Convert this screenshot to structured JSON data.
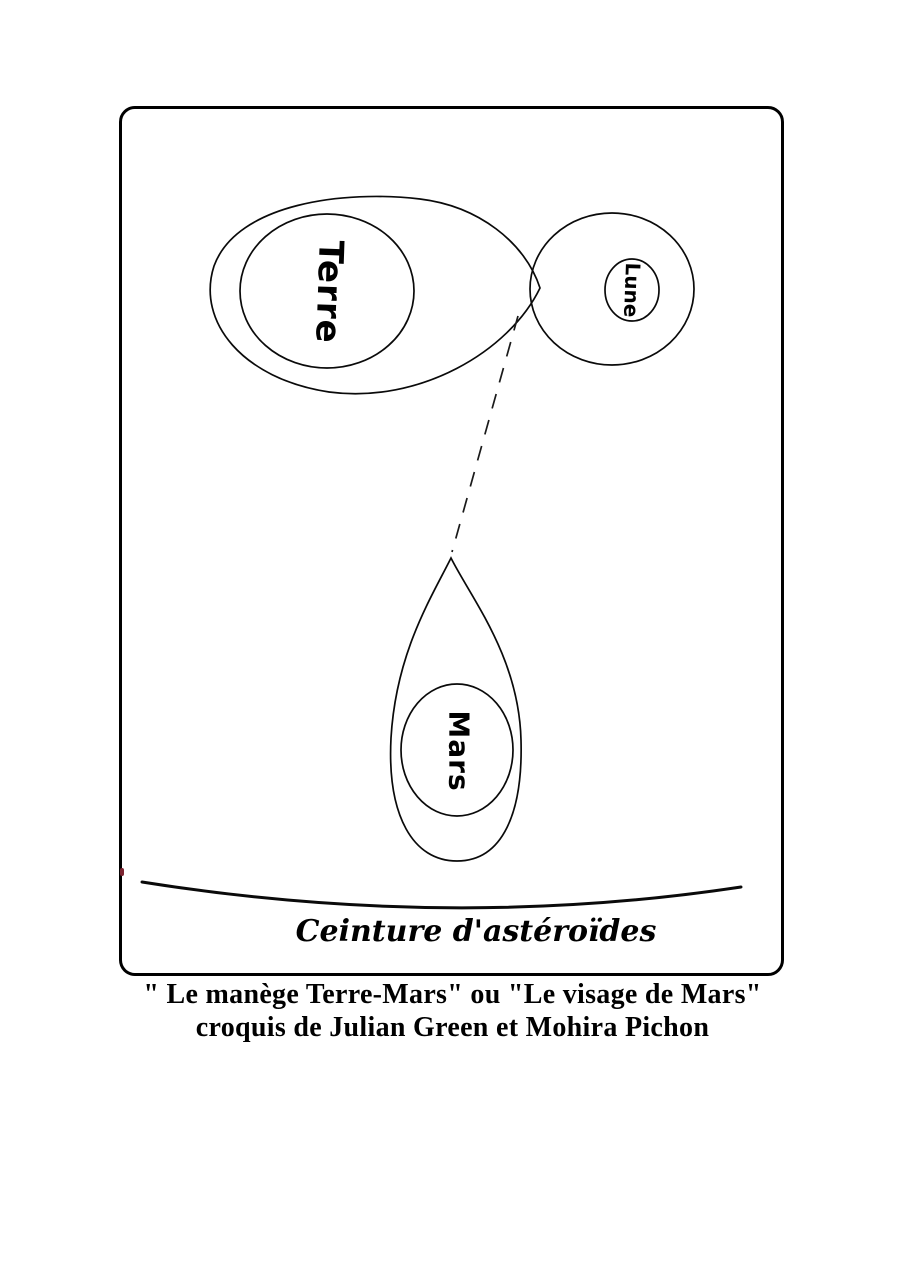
{
  "diagram": {
    "planet_labels": {
      "terre": "Terre",
      "lune": "Lune",
      "mars": "Mars"
    },
    "belt_label": "Ceinture d'astéroïdes",
    "caption": {
      "line1": "\" Le manège Terre-Mars\" ou \"Le visage de Mars\"",
      "line2": "croquis de Julian Green et Mohira Pichon"
    },
    "colors": {
      "ink": "#000000",
      "paper": "#ffffff",
      "stray_mark": "#7b2430"
    }
  }
}
